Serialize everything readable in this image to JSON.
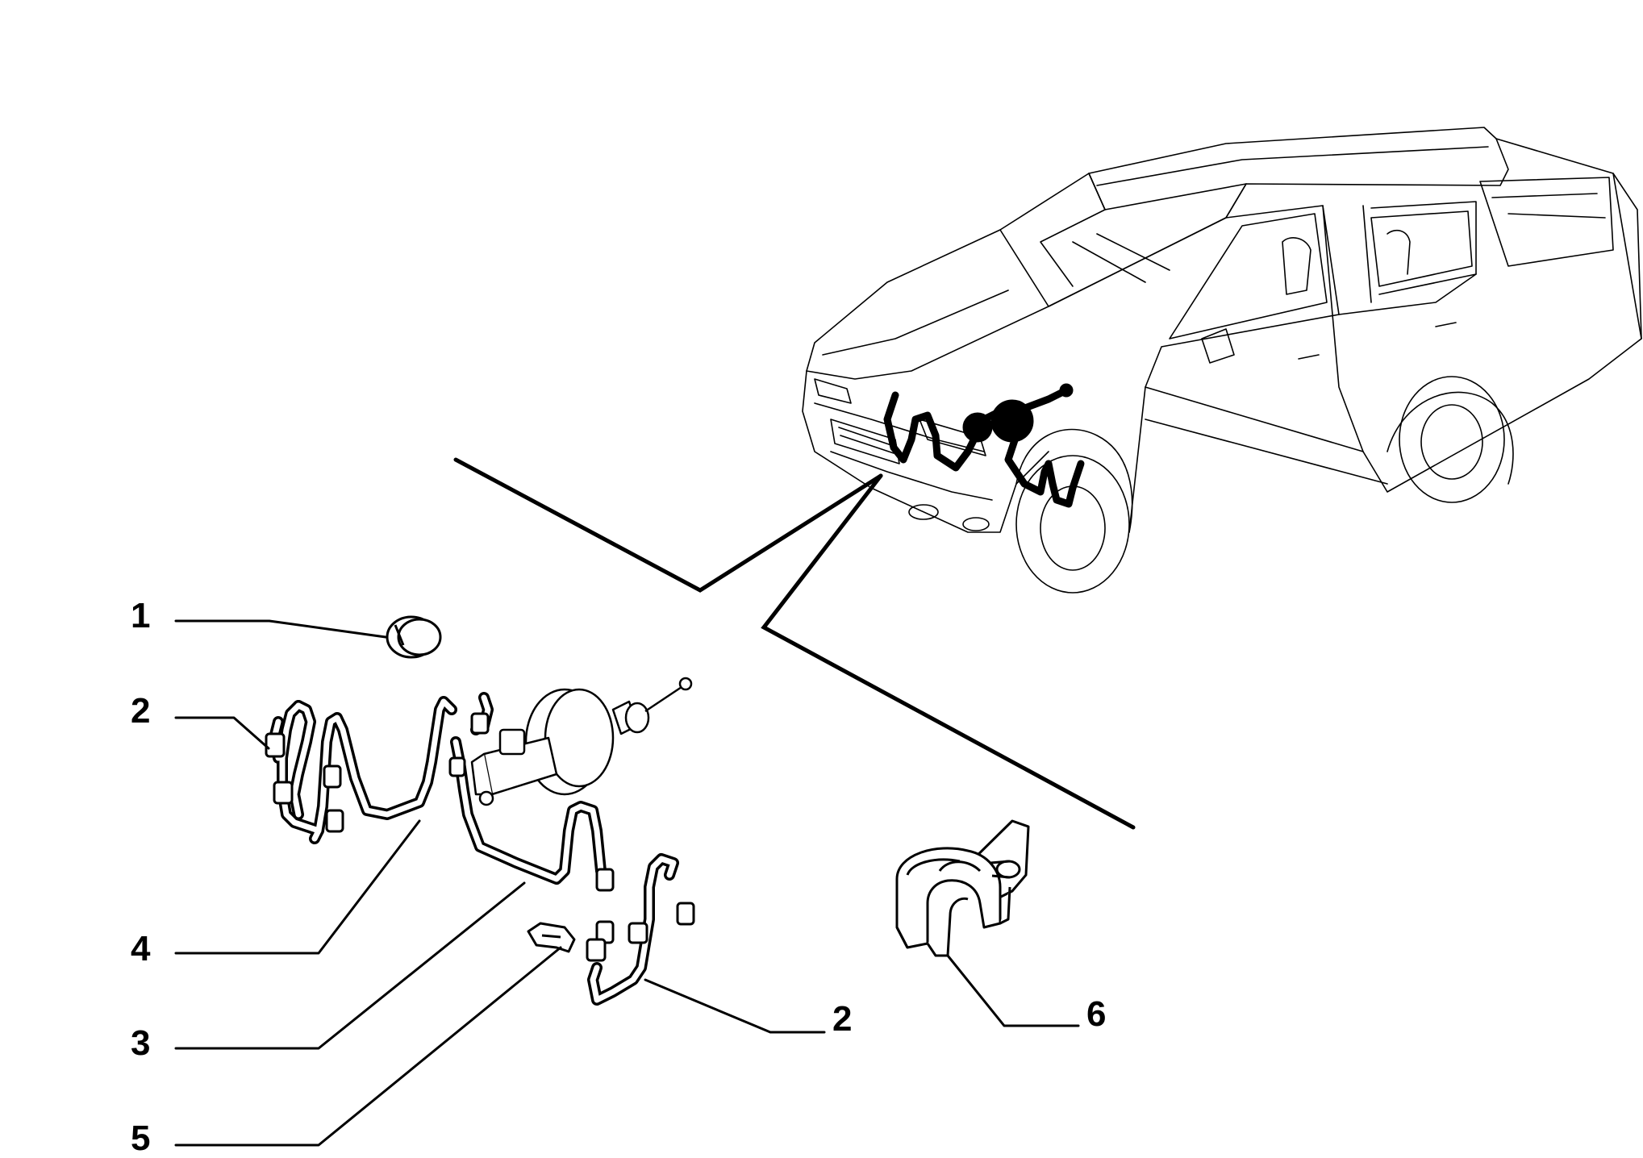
{
  "diagram": {
    "callouts": [
      {
        "id": "c1",
        "label": "1"
      },
      {
        "id": "c2a",
        "label": "2"
      },
      {
        "id": "c4",
        "label": "4"
      },
      {
        "id": "c3",
        "label": "3"
      },
      {
        "id": "c5",
        "label": "5"
      },
      {
        "id": "c2b",
        "label": "2"
      },
      {
        "id": "c6",
        "label": "6"
      }
    ]
  }
}
